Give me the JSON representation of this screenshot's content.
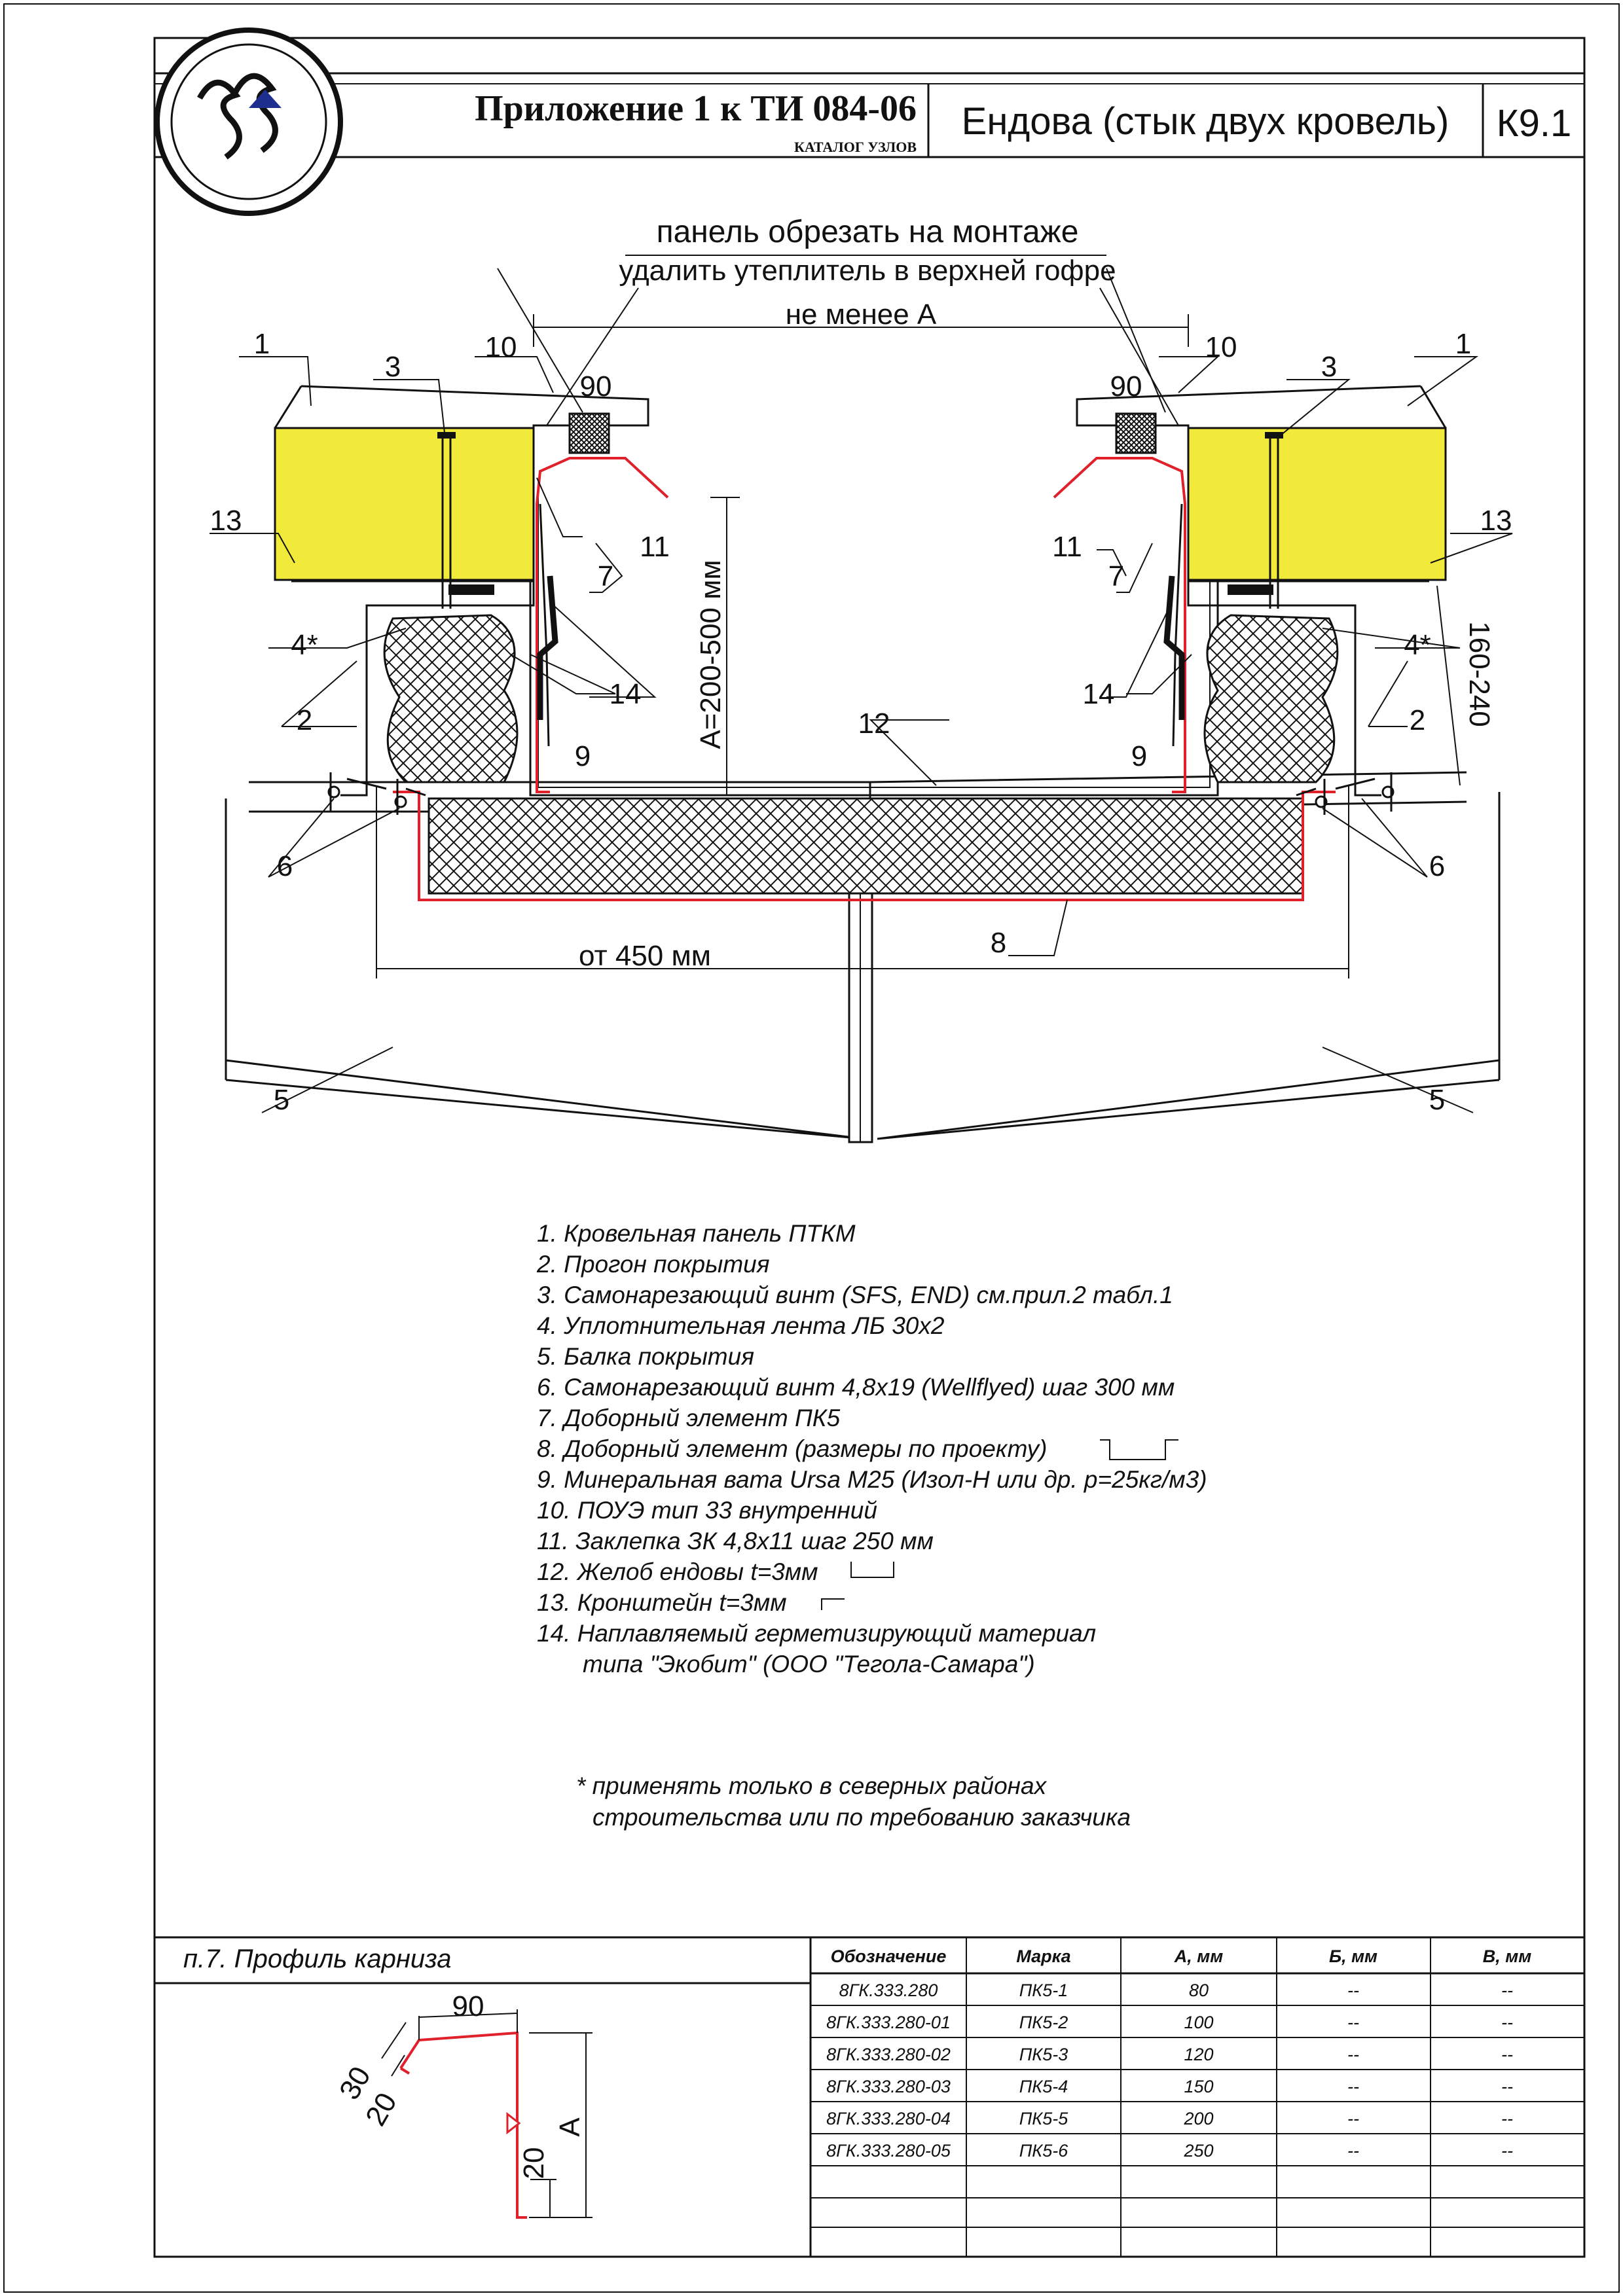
{
  "header": {
    "title": "Приложение 1 к ТИ 084-06",
    "subtitle": "КАТАЛОГ УЗЛОВ",
    "node_name": "Ендова (стык двух кровель)",
    "node_code": "К9.1"
  },
  "drawing": {
    "note_cut": "панель обрезать на монтаже",
    "note_remove": "удалить утеплитель в верхней гофре",
    "dim_not_less": "не менее А",
    "dim_a_range": "А=200-500 мм",
    "dim_from": "от 450 мм",
    "dim_side": "160-240",
    "dim_90": "90",
    "callouts": [
      "1",
      "2",
      "3",
      "4*",
      "5",
      "6",
      "7",
      "8",
      "9",
      "10",
      "11",
      "12",
      "13",
      "14"
    ]
  },
  "legend": [
    "1. Кровельная панель ПТКМ",
    "2. Прогон покрытия",
    "3. Самонарезающий винт (SFS, END) см.прил.2 табл.1",
    "4. Уплотнительная лента ЛБ 30х2",
    "5. Балка покрытия",
    "6. Самонарезающий винт 4,8х19 (Wellflyed) шаг 300 мм",
    "7. Доборный элемент ПК5",
    "8. Доборный элемент (размеры по проекту)",
    "9. Минеральная вата Ursa M25 (Изол-Н или др. р=25кг/м3)",
    "10. ПОУЭ тип 33 внутренний",
    "11. Заклепка ЗК 4,8х11 шаг 250 мм",
    "12. Желоб ендовы t=3мм",
    "13. Кронштейн t=3мм",
    "14. Наплавляемый герметизирующий материал",
    "типа \"Экобит\" (ООО \"Тегола-Самара\")"
  ],
  "footnote": [
    "* применять только в северных районах",
    "строительства или по требованию заказчика"
  ],
  "profile": {
    "section_title": "п.7.  Профиль карниза",
    "dims": [
      "90",
      "30",
      "20",
      "20",
      "А"
    ]
  },
  "table": {
    "columns": [
      "Обозначение",
      "Марка",
      "А, мм",
      "Б, мм",
      "В, мм"
    ],
    "rows": [
      [
        "8ГК.333.280",
        "ПК5-1",
        "80",
        "--",
        "--"
      ],
      [
        "8ГК.333.280-01",
        "ПК5-2",
        "100",
        "--",
        "--"
      ],
      [
        "8ГК.333.280-02",
        "ПК5-3",
        "120",
        "--",
        "--"
      ],
      [
        "8ГК.333.280-03",
        "ПК5-4",
        "150",
        "--",
        "--"
      ],
      [
        "8ГК.333.280-04",
        "ПК5-5",
        "200",
        "--",
        "--"
      ],
      [
        "8ГК.333.280-05",
        "ПК5-6",
        "250",
        "--",
        "--"
      ]
    ]
  },
  "colors": {
    "panel_fill": "#f2ea3a",
    "accent_red": "#e0202a",
    "logo_blue": "#1f2f8f"
  }
}
